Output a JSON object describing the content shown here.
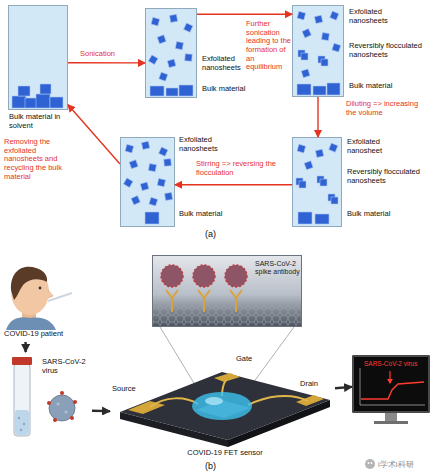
{
  "diagram": {
    "nodes": [
      {
        "text": [
          "Bulk material in solvent"
        ]
      },
      {
        "text": [
          "Exfoliated nanosheets",
          "Bulk material"
        ]
      },
      {
        "text": [
          "Exfoliated nanosheets",
          "Reversibly flocculated nanosheets",
          "Bulk material"
        ]
      },
      {
        "text": [
          "Exfoliated nanosheets",
          "Bulk material"
        ]
      },
      {
        "text": [
          "Exfoliated nanosheet",
          "Reversibly flocculated nanosheets",
          "Bulk material"
        ]
      },
      {
        "text": [
          "COVID-19 patient"
        ]
      },
      {
        "text": [
          "SARS-CoV-2 virus"
        ]
      },
      {
        "text": [
          "SARS-CoV-2 spike antibody"
        ]
      },
      {
        "text": [
          "Gate",
          "Source",
          "Drain",
          "COVID-19 FET sensor"
        ]
      },
      {
        "text": [
          "SARS-CoV-2 virus"
        ]
      }
    ],
    "edges": [
      {
        "from": 0,
        "to": 1,
        "arrow": "to",
        "label": "Sonication"
      },
      {
        "from": 1,
        "to": 2,
        "arrow": "to",
        "label": "Further sonication leading to the formation of an equilibrium"
      },
      {
        "from": 2,
        "to": 4,
        "arrow": "to",
        "label": "Diluting => increasing the volume"
      },
      {
        "from": 4,
        "to": 3,
        "arrow": "to",
        "label": "Stirring => reversing the flocculation"
      },
      {
        "from": 3,
        "to": 0,
        "arrow": "to",
        "label": "Removing the exfoliated nanosheets and recycling the bulk material"
      },
      {
        "from": 5,
        "to": 6,
        "arrow": "to"
      },
      {
        "from": 6,
        "to": 8,
        "arrow": "to"
      },
      {
        "from": 8,
        "to": 9,
        "arrow": "to"
      }
    ],
    "labels": [
      "(a)",
      "(b)",
      "i学术i科研"
    ]
  }
}
